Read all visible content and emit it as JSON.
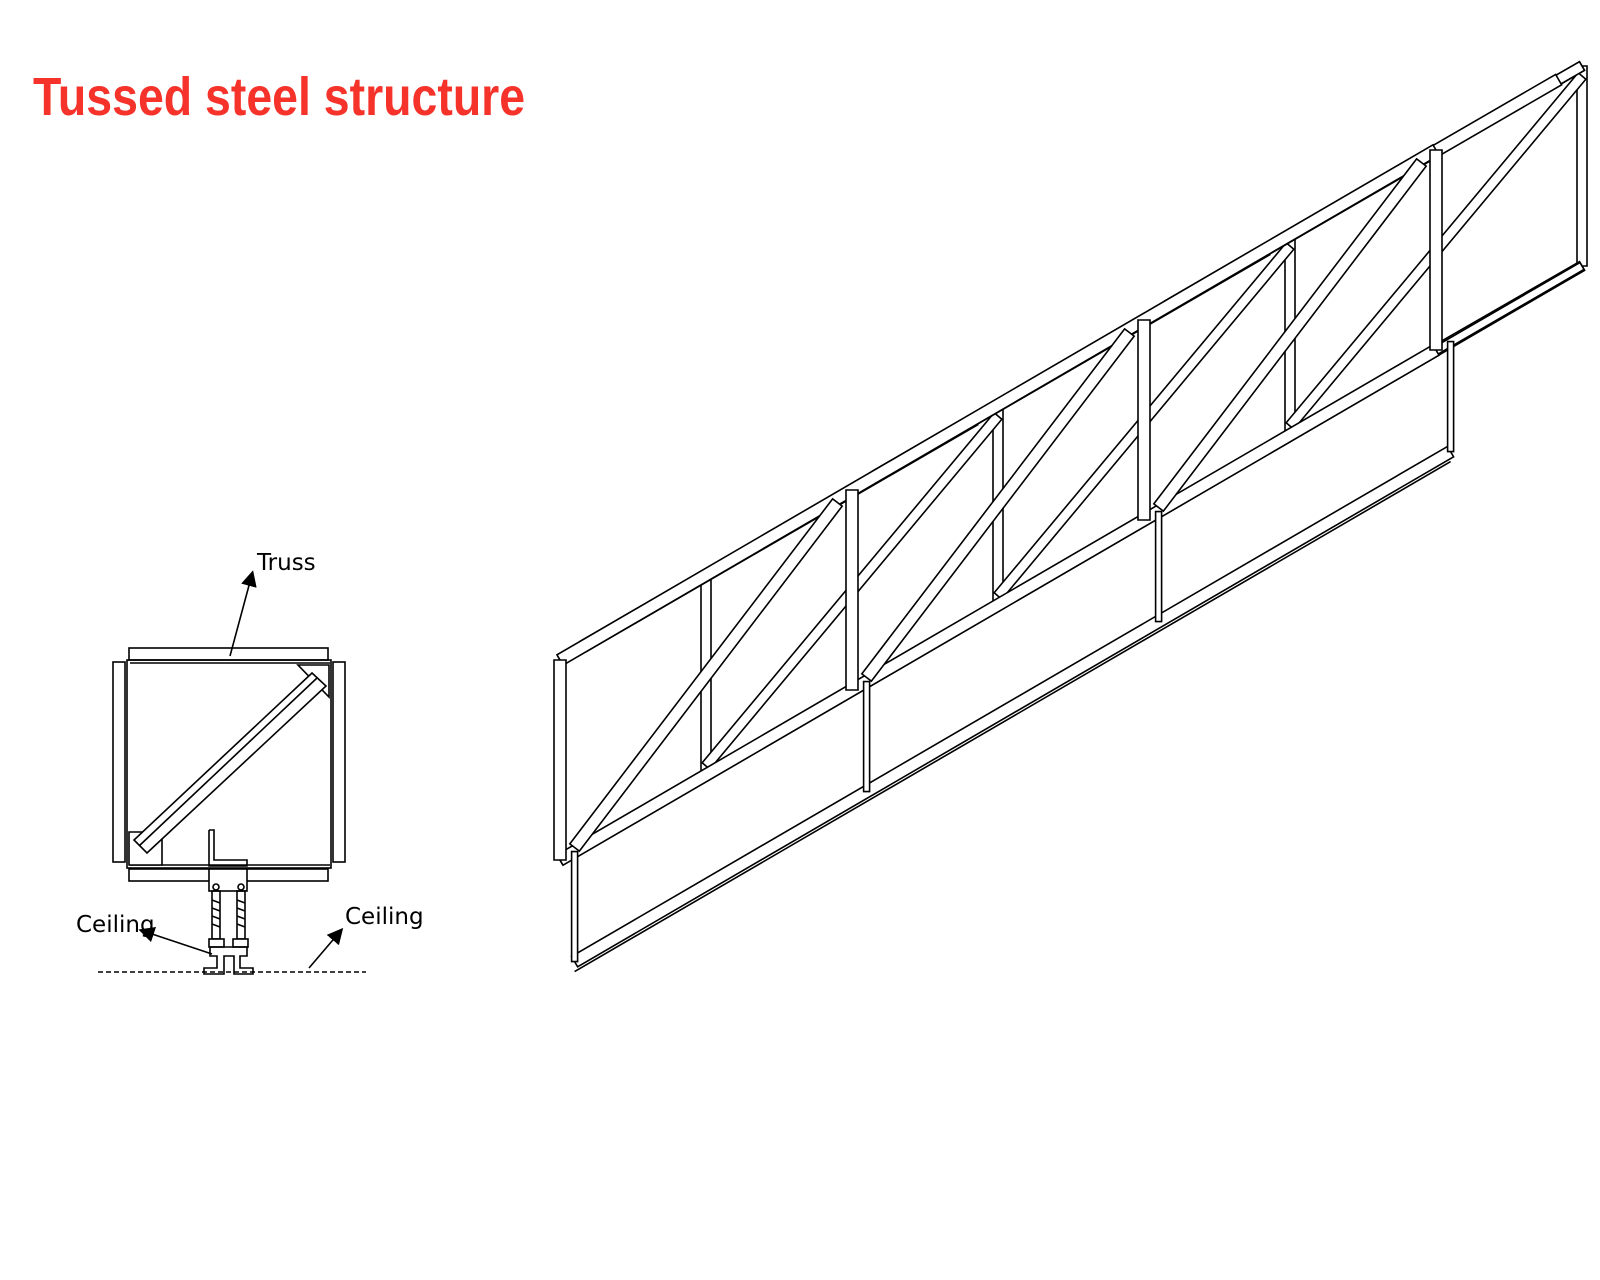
{
  "title": "Tussed steel structure",
  "title_color": "#f5332b",
  "section_view": {
    "labels": {
      "truss": "Truss",
      "ceiling_left": "Ceiling",
      "ceiling_right": "Ceiling"
    }
  }
}
